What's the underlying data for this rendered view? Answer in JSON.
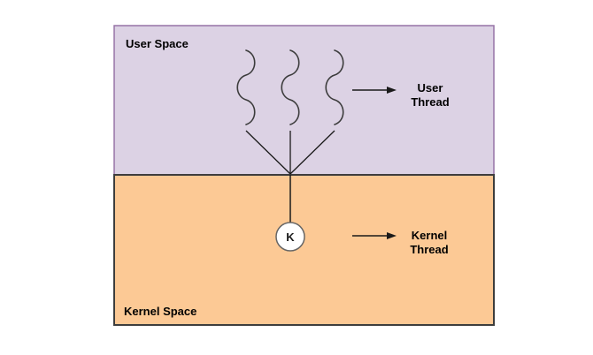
{
  "diagram": {
    "user_space": {
      "label": "User Space"
    },
    "kernel_space": {
      "label": "Kernel Space"
    },
    "user_thread_label": {
      "line1": "User",
      "line2": "Thread"
    },
    "kernel_thread_label": {
      "line1": "Kernel",
      "line2": "Thread"
    },
    "kernel_node": {
      "label": "K"
    },
    "user_thread_count": 3,
    "kernel_thread_count": 1
  },
  "colors": {
    "canvas_bg": "#FFFFFF",
    "user_space_fill": "#DCD2E4",
    "user_space_border": "#9673A6",
    "kernel_space_fill": "#FCC995",
    "kernel_space_border": "#3D3D3D",
    "squiggle_stroke": "#3C3C3C",
    "line_stroke": "#1A1A1A",
    "arrow_color": "#1A1A1A",
    "kernel_node_fill": "#FFFFFF",
    "kernel_node_border": "#666666",
    "label_text": "#000000",
    "node_text": "#1A1A1A"
  }
}
